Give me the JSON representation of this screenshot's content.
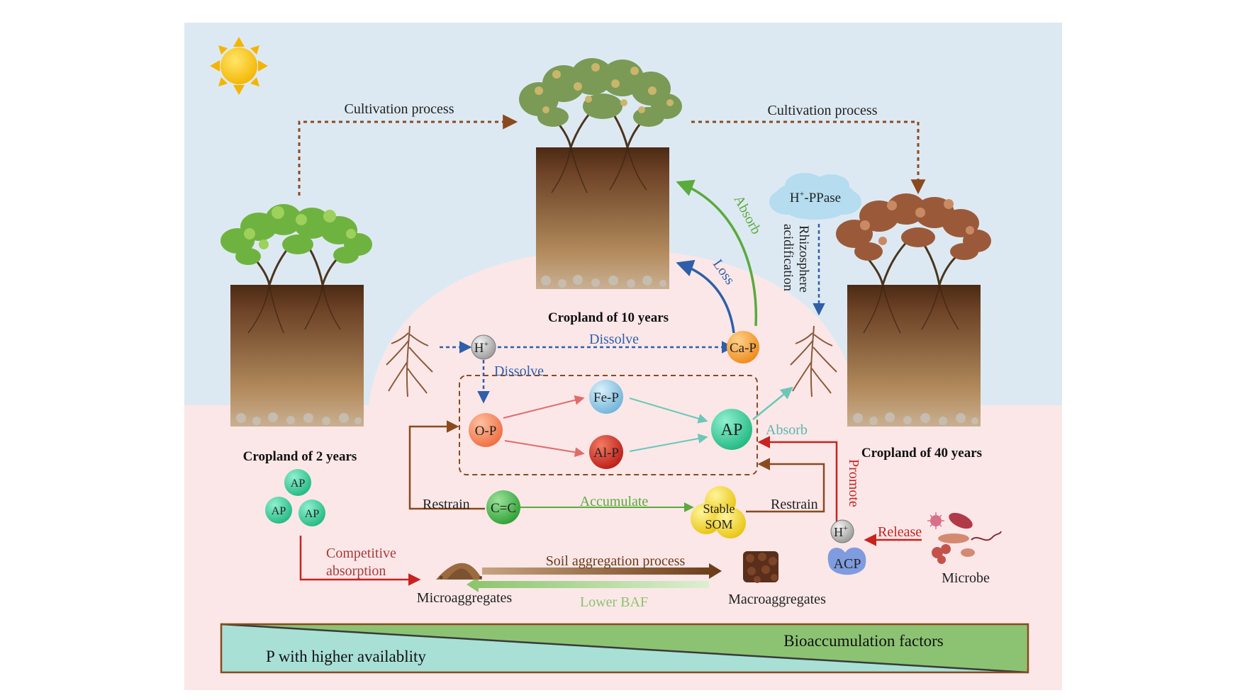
{
  "croplands": [
    {
      "label": "Cropland of 2 years"
    },
    {
      "label": "Cropland of 10 years"
    },
    {
      "label": "Cropland of 40 years"
    }
  ],
  "process_labels": {
    "cultivation_left": "Cultivation process",
    "cultivation_right": "Cultivation process",
    "absorb_top": "Absorb",
    "loss": "Loss",
    "rhizosphere_line1": "Rhizosphere",
    "rhizosphere_line2": "acidification",
    "dissolve_horizontal": "Dissolve",
    "dissolve_vertical": "Dissolve",
    "absorb_ap": "Absorb",
    "restrain_left": "Restrain",
    "restrain_right": "Restrain",
    "accumulate": "Accumulate",
    "promote": "Promote",
    "release": "Release",
    "competitive_line1": "Competitive",
    "competitive_line2": "absorption",
    "soil_aggregation": "Soil aggregation process",
    "lower_baf": "Lower BAF"
  },
  "nodes": {
    "h_plus": "H",
    "h_plus_sup": "+",
    "ca_p": "Ca-P",
    "fe_p": "Fe-P",
    "al_p": "Al-P",
    "o_p": "O-P",
    "ap": "AP",
    "c_eq_c": "C=C",
    "stable_line1": "Stable",
    "stable_line2": "SOM",
    "h_ppase": "H",
    "h_ppase_sup": "+",
    "h_ppase_rest": "-PPase",
    "acp": "ACP",
    "h_acp": "H",
    "h_acp_sup": "+",
    "ap_small_1": "AP",
    "ap_small_2": "AP",
    "ap_small_3": "AP"
  },
  "entities": {
    "microbe": "Microbe",
    "microaggregates": "Microaggregates",
    "macroaggregates": "Macroaggregates"
  },
  "gradient_bar": {
    "left_label": "P with higher availablity",
    "right_label": "Bioaccumulation factors"
  },
  "colors": {
    "sky": "#dde9f2",
    "soil_zone": "#fbe7e8",
    "brown_arrow": "#8a4a1e",
    "blue_arrow": "#2f5fa8",
    "green_arrow": "#5aaa3c",
    "red_arrow": "#c8231f",
    "teal": "#6cc7b8",
    "ap_node": "#3ecf9e",
    "ca_p": "#f5a13a",
    "fe_p": "#9ccfe8",
    "al_p": "#d9342a",
    "o_p": "#f38b62",
    "c_eq_c": "#44b848",
    "stable_som": "#f2d91e",
    "bar_green": "#8cc373",
    "bar_teal": "#a8e0d6"
  }
}
